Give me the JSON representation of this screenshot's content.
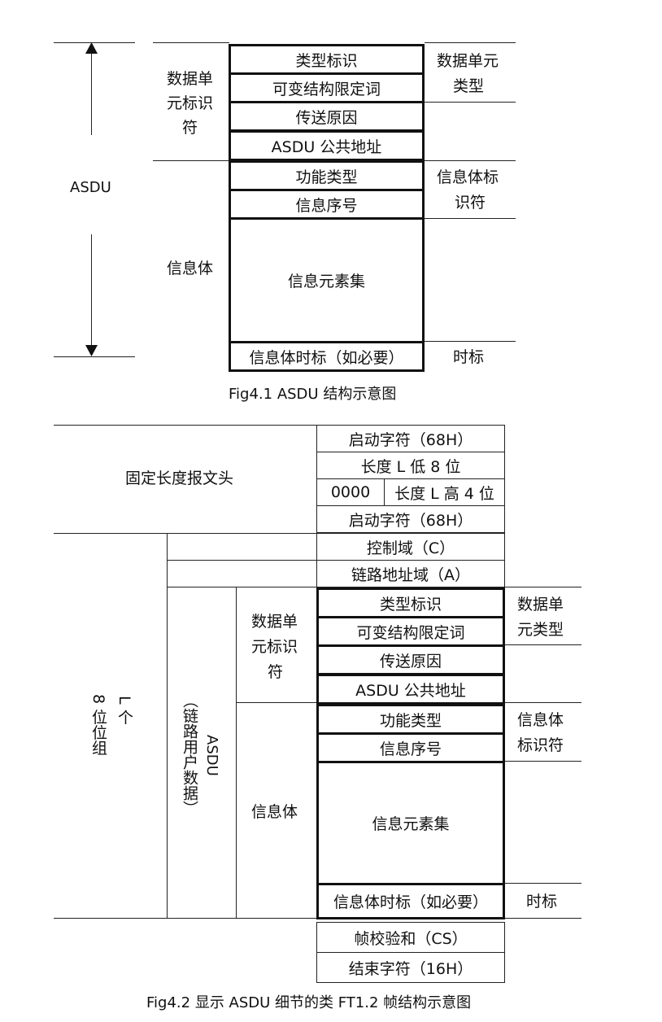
{
  "fig1": {
    "caption": "Fig4.1    ASDU 结构示意图",
    "asdu_label": "ASDU",
    "left_groups": {
      "data_unit_id": [
        "数据单",
        "元标识",
        "符"
      ],
      "info_object": "信息体"
    },
    "rows": [
      "类型标识",
      "可变结构限定词",
      "传送原因",
      "ASDU 公共地址",
      "功能类型",
      "信息序号",
      "信息元素集",
      "信息体时标（如必要）"
    ],
    "right_labels": {
      "data_unit_type": [
        "数据单元",
        "类型"
      ],
      "info_object_id": [
        "信息体标",
        "识符"
      ],
      "time_tag": "时标"
    }
  },
  "fig2": {
    "caption": "Fig4.2  显示  ASDU 细节的类 FT1.2 帧结构示意图",
    "fixed_header_label": "固定长度报文头",
    "header_rows": {
      "start_char_1": "启动字符（68H）",
      "length_low": "长度 L 低 8 位",
      "length_high_prefix": "0000",
      "length_high": "长度 L 高 4 位",
      "start_char_2": "启动字符（68H）"
    },
    "control_field": "控制域（C）",
    "link_address": "链路地址域（A）",
    "l_octets_label": [
      "L 个",
      "8 位位组"
    ],
    "asdu_label": "ASDU",
    "asdu_sub_label": "（链路用户数据）",
    "data_unit_id": [
      "数据单",
      "元标识",
      "符"
    ],
    "info_object": "信息体",
    "rows": [
      "类型标识",
      "可变结构限定词",
      "传送原因",
      "ASDU 公共地址",
      "功能类型",
      "信息序号",
      "信息元素集",
      "信息体时标（如必要）"
    ],
    "right_labels": {
      "data_unit_type": [
        "数据单",
        "元类型"
      ],
      "info_object_id": [
        "信息体",
        "标识符"
      ],
      "time_tag": "时标"
    },
    "checksum": "帧校验和（CS）",
    "end_char": "结束字符（16H）"
  }
}
